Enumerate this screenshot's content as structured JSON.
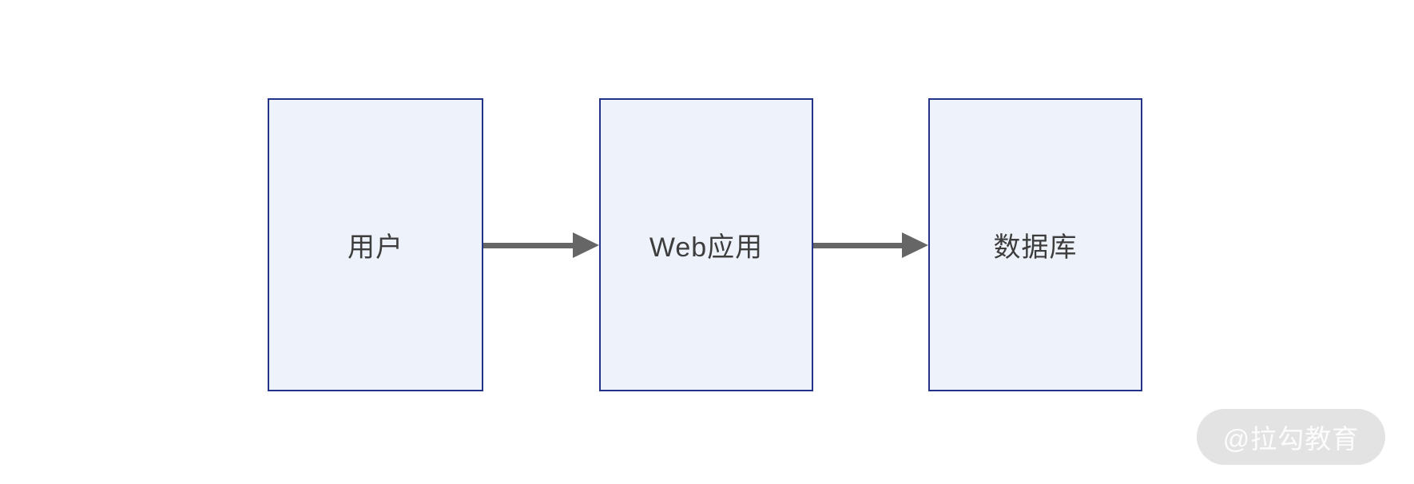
{
  "page": {
    "background": "#FFFFFF"
  },
  "diagram": {
    "type": "flow",
    "direction": "left-to-right",
    "nodes": [
      {
        "id": "user",
        "label": "用户"
      },
      {
        "id": "webapp",
        "label": "Web应用"
      },
      {
        "id": "database",
        "label": "数据库"
      }
    ],
    "edges": [
      {
        "from": "user",
        "to": "webapp",
        "style": "solid-arrow"
      },
      {
        "from": "webapp",
        "to": "database",
        "style": "solid-arrow"
      }
    ],
    "colors": {
      "node_fill": "#EEF2FB",
      "node_border": "#24338A",
      "node_text": "#3D3D3D",
      "arrow": "#666666"
    }
  },
  "watermark": {
    "label": "@拉勾教育",
    "bg": "#E3E3E3",
    "text_color": "#FCFCFC"
  }
}
